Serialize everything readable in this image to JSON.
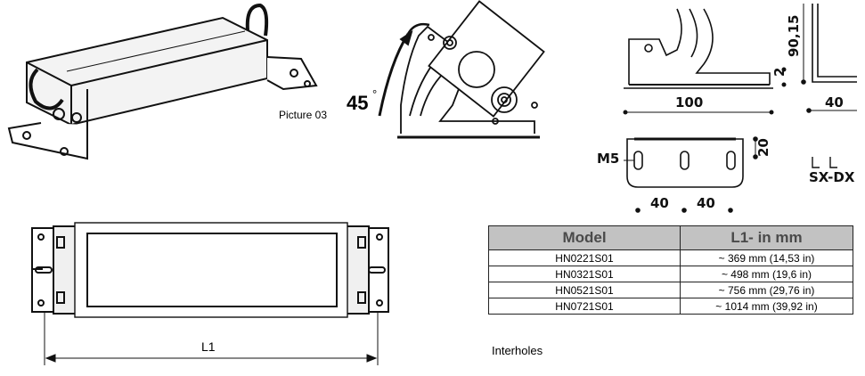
{
  "picture_caption": "Picture 03",
  "tilt_angle": "45",
  "degree_symbol": "°",
  "bracket_dimensions": {
    "height": "90,15",
    "thickness": "2",
    "width": "100",
    "depth": "40",
    "slot_height": "20",
    "hole_label": "M5",
    "hole_spacing_left": "40",
    "hole_spacing_right": "40",
    "side_label": "SX-DX"
  },
  "length_label": "L1",
  "table": {
    "headers": [
      "Model",
      "L1-  in mm"
    ],
    "rows": [
      {
        "model": "HN0221S01",
        "length": "~ 369 mm (14,53 in)"
      },
      {
        "model": "HN0321S01",
        "length": "~ 498 mm (19,6 in)"
      },
      {
        "model": "HN0521S01",
        "length": "~ 756 mm (29,76 in)"
      },
      {
        "model": "HN0721S01",
        "length": "~ 1014 mm (39,92 in)"
      }
    ]
  },
  "note": "Interholes"
}
